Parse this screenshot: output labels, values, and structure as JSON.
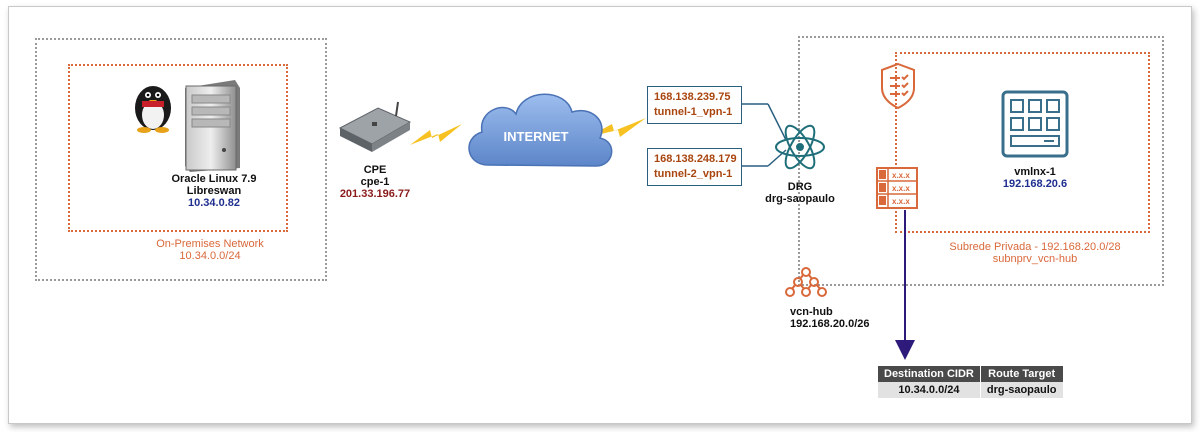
{
  "server": {
    "name": "Oracle Linux 7.9",
    "software": "Libreswan",
    "ip": "10.34.0.82"
  },
  "onprem": {
    "title": "On-Premises Network",
    "cidr": "10.34.0.0/24"
  },
  "cpe": {
    "title": "CPE",
    "name": "cpe-1",
    "ip": "201.33.196.77"
  },
  "internet": {
    "label": "INTERNET"
  },
  "tunnels": [
    {
      "ip": "168.138.239.75",
      "name": "tunnel-1_vpn-1"
    },
    {
      "ip": "168.138.248.179",
      "name": "tunnel-2_vpn-1"
    }
  ],
  "drg": {
    "title": "DRG",
    "name": "drg-saopaulo"
  },
  "vm": {
    "name": "vmlnx-1",
    "ip": "192.168.20.6"
  },
  "subnet": {
    "title": "Subrede Privada - 192.168.20.0/28",
    "name": "subnprv_vcn-hub"
  },
  "vcn": {
    "name": "vcn-hub",
    "cidr": "192.168.20.0/26"
  },
  "route_table": {
    "headers": [
      "Destination CIDR",
      "Route Target"
    ],
    "rows": [
      {
        "destination": "10.34.0.0/24",
        "target": "drg-saopaulo"
      }
    ]
  },
  "route_rule_icon_label": "x.x.x",
  "colors": {
    "oci_orange": "#d9683a",
    "ip_blue": "#1f2f8f",
    "cpe_ip_red": "#8b1a1a",
    "tunnel_text": "#a9450f",
    "cloud_blue": "#7ea6dc",
    "arrow_navy": "#2d1a7a"
  }
}
